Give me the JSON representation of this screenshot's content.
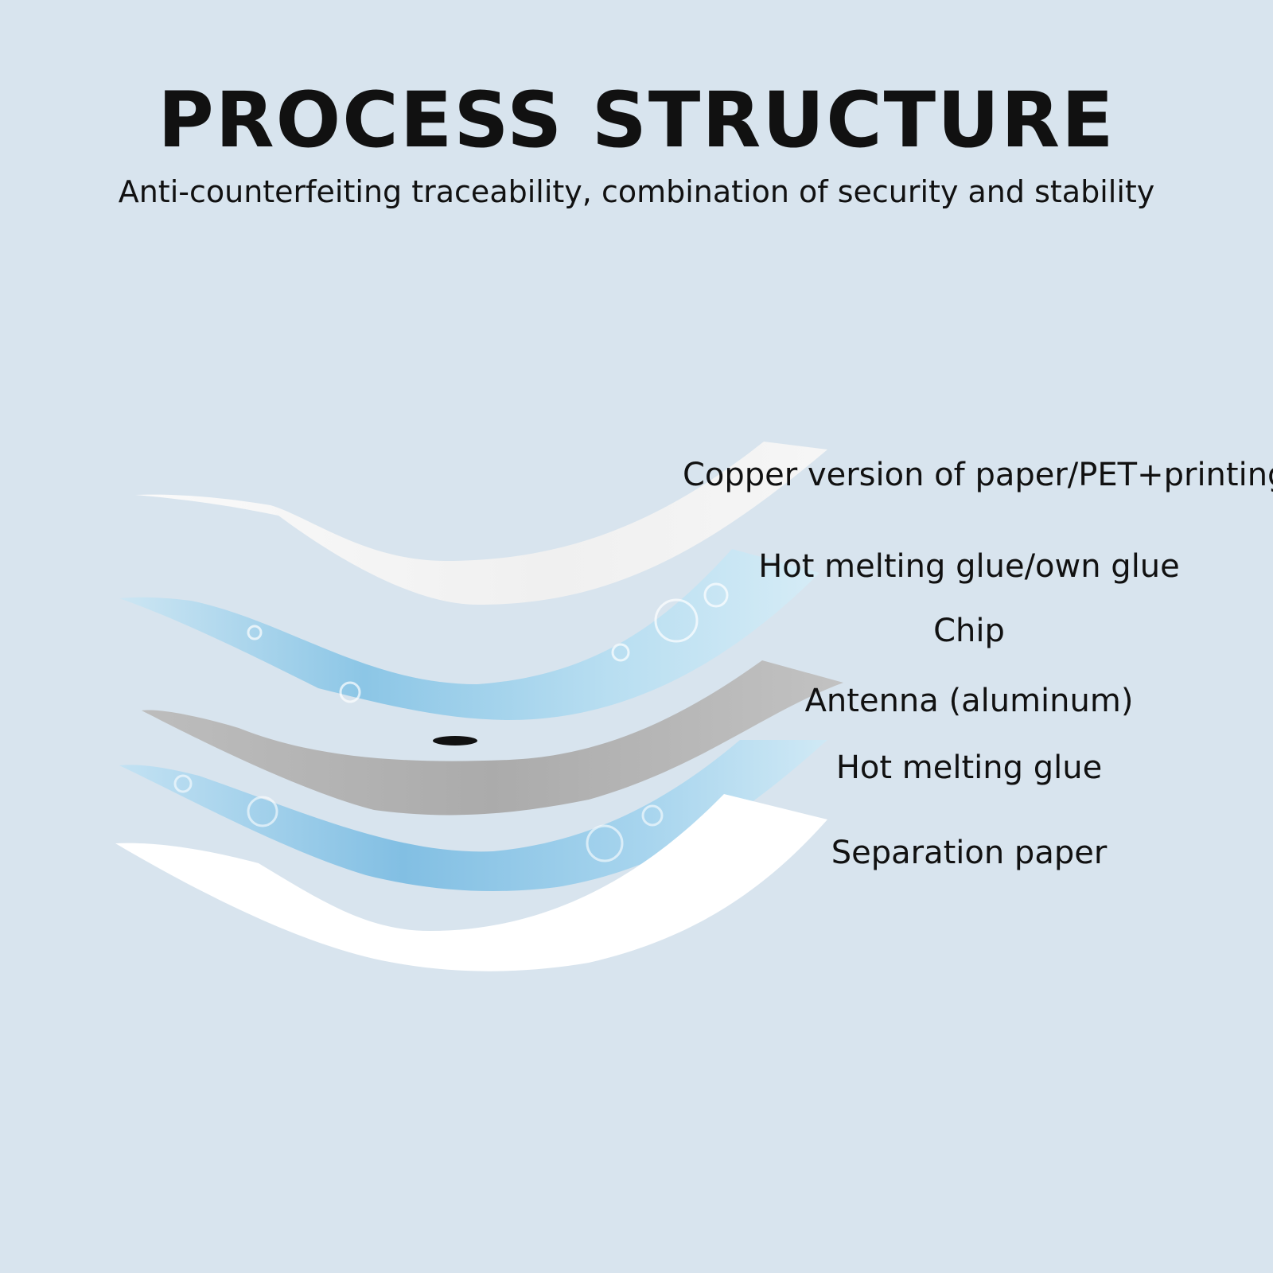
{
  "header": {
    "title": "PROCESS STRUCTURE",
    "subtitle": "Anti-counterfeiting traceability, combination of security and stability"
  },
  "layers": [
    {
      "label": "Copper version of paper/PET+printing",
      "material": "white-paper",
      "color": "#f4f4f4"
    },
    {
      "label": "Hot melting glue/own glue",
      "material": "blue-bubbles",
      "color": "#a9d3ea"
    },
    {
      "label": "Chip",
      "material": "chip",
      "color": "#111111"
    },
    {
      "label": "Antenna (aluminum)",
      "material": "aluminum",
      "color": "#b5b5b5"
    },
    {
      "label": "Hot melting glue",
      "material": "blue-bubbles",
      "color": "#9fcde8"
    },
    {
      "label": "Separation paper",
      "material": "white-paper",
      "color": "#ffffff"
    }
  ],
  "colors": {
    "background": "#d8e4ee",
    "text": "#111111"
  }
}
